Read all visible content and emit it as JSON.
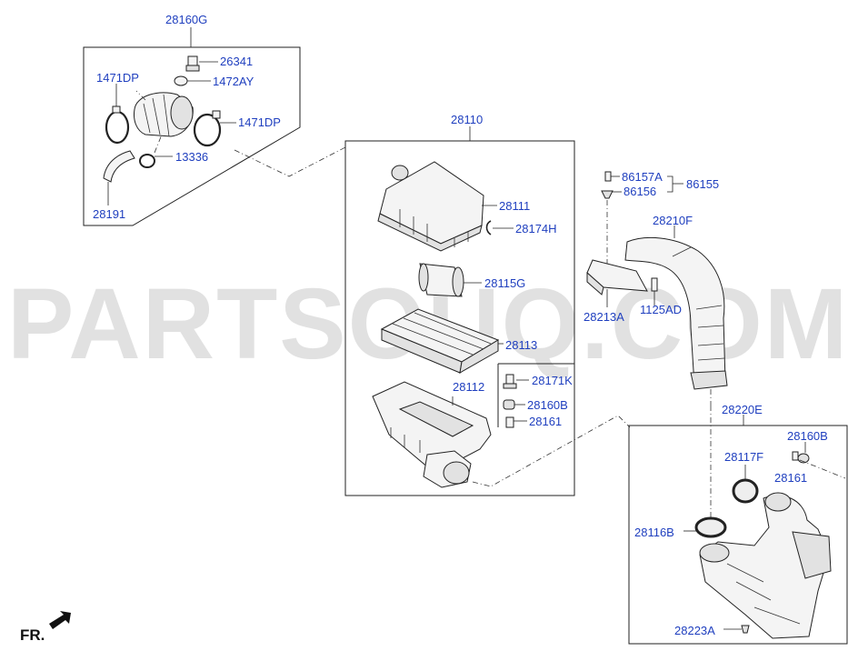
{
  "watermark": "PARTSOUQ.COM",
  "orientation_label": "FR.",
  "labels": {
    "l28160G": "28160G",
    "l26341": "26341",
    "l1471DP_a": "1471DP",
    "l1472AY": "1472AY",
    "l1471DP_b": "1471DP",
    "l13336": "13336",
    "l28191": "28191",
    "l28110": "28110",
    "l28111": "28111",
    "l28174H": "28174H",
    "l28115G": "28115G",
    "l28113": "28113",
    "l28112": "28112",
    "l28171K": "28171K",
    "l28160B_a": "28160B",
    "l28161_a": "28161",
    "l86157A": "86157A",
    "l86156": "86156",
    "l86155": "86155",
    "l28210F": "28210F",
    "l28213A": "28213A",
    "l1125AD": "1125AD",
    "l28220E": "28220E",
    "l28160B_b": "28160B",
    "l28117F": "28117F",
    "l28161_b": "28161",
    "l28116B": "28116B",
    "l28223A": "28223A"
  }
}
